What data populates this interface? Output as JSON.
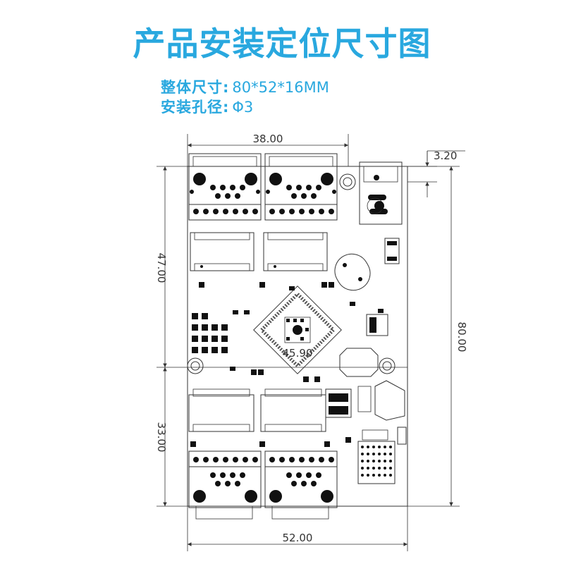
{
  "title": "产品安装定位尺寸图",
  "specs": {
    "size_label": "整体尺寸:",
    "size_value": "80*52*16MM",
    "hole_label": "安装孔径:",
    "hole_value": "Φ3"
  },
  "dimensions": {
    "top_width": "38.00",
    "top_offset": "3.20",
    "left_upper": "47.00",
    "left_lower": "33.00",
    "right_height": "80.00",
    "bottom_width": "52.00",
    "center_mark": "45.90"
  },
  "colors": {
    "accent": "#29a8df",
    "line": "#333333"
  }
}
